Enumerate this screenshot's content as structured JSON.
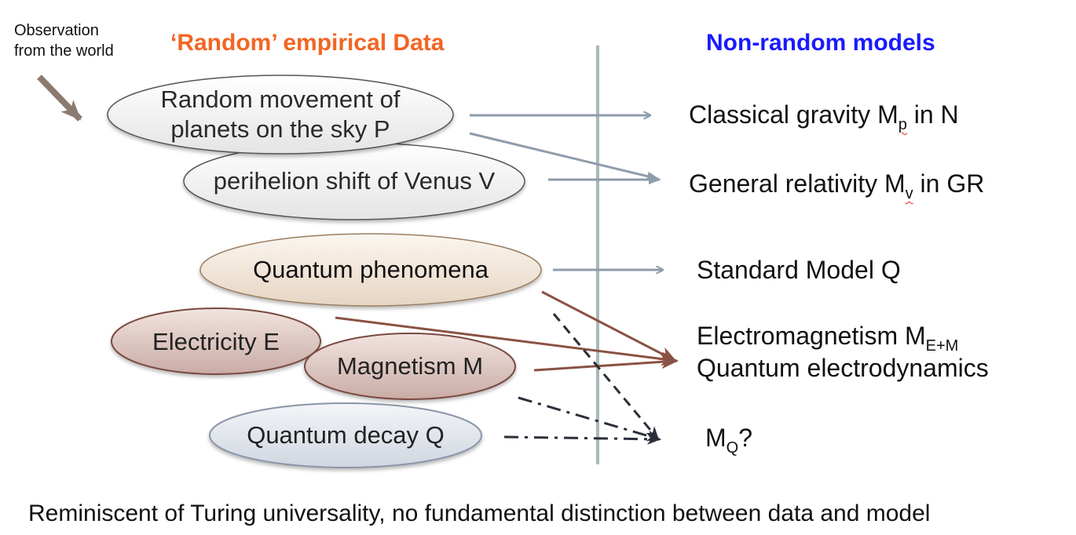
{
  "observation": {
    "line1": "Observation",
    "line2": "from the world"
  },
  "headers": {
    "left": "‘Random’ empirical Data",
    "right": "Non-random models",
    "left_color": "#f26522",
    "right_color": "#1a1aff"
  },
  "data_nodes": {
    "planets_line1": "Random movement of",
    "planets_line2": "planets on the sky P",
    "venus": "perihelion shift  of Venus V",
    "quantum_phenomena": "Quantum phenomena",
    "electricity": "Electricity E",
    "magnetism": "Magnetism M",
    "quantum_decay": "Quantum decay Q"
  },
  "models": {
    "classical_pre": "Classical gravity M",
    "classical_sub": "p",
    "classical_post": " in N",
    "gr_pre": "General relativity M",
    "gr_sub": "v",
    "gr_post": " in GR",
    "standard_model": "Standard Model Q",
    "em_pre": "Electromagnetism M",
    "em_sub": "E+M",
    "qed": "Quantum electrodynamics",
    "mq_pre": "M",
    "mq_sub": "Q",
    "mq_post": "?"
  },
  "footer": "Reminiscent of Turing universality, no fundamental distinction between data and model",
  "colors": {
    "gray_arrow": "#8e9cab",
    "brown_arrow": "#8a5243",
    "divider": "#a9b8b8",
    "dashed": "#2b2f3a"
  }
}
